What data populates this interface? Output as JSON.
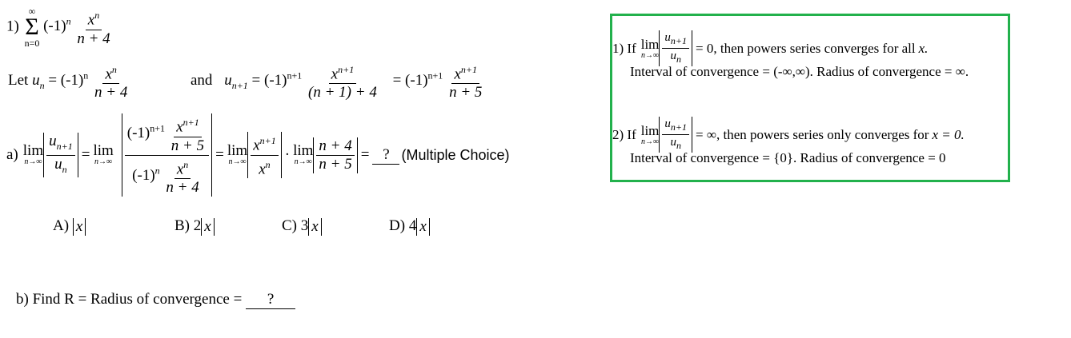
{
  "problem": {
    "number": "1)",
    "sigma": "Σ",
    "sigma_top": "∞",
    "sigma_bottom": "n=0",
    "term_base": "(-1)",
    "term_exp": "n",
    "num": "x",
    "num_exp": "n",
    "den": "n + 4"
  },
  "let_line": {
    "let_label": "Let",
    "u": "u",
    "u_sub": "n",
    "eq": "= (-1)",
    "eq_exp": "n",
    "num": "x",
    "num_exp": "n",
    "den": "n + 4",
    "and_label": "and",
    "u2_sub": "n+1",
    "eq2": "= (-1)",
    "eq2_exp": "n+1",
    "num2": "x",
    "num2_exp": "n+1",
    "den2": "(n + 1) + 4",
    "eq3": "= (-1)",
    "eq3_exp": "n+1",
    "num3": "x",
    "num3_exp": "n+1",
    "den3": "n + 5"
  },
  "part_a": {
    "label": "a)",
    "lim": "lim",
    "lim_under": "n→∞",
    "u_num_sub": "n+1",
    "u_den_sub": "n",
    "eq": "=",
    "top_base": "(-1)",
    "top_exp": "n+1",
    "top_x_exp": "n+1",
    "top_den": "n + 5",
    "bot_base": "(-1)",
    "bot_exp": "n",
    "bot_x_exp": "n",
    "bot_den": "n + 4",
    "frac2_num_exp": "n+1",
    "frac2_den_exp": "n",
    "dot": "·",
    "frac3_num": "n + 4",
    "frac3_den": "n + 5",
    "answer": "?",
    "note": "(Multiple Choice)"
  },
  "choices": [
    {
      "label": "A)",
      "coef": ""
    },
    {
      "label": "B)",
      "coef": "2"
    },
    {
      "label": "C)",
      "coef": "3"
    },
    {
      "label": "D)",
      "coef": "4"
    }
  ],
  "part_b": {
    "text": "b) Find  R = Radius of convergence =",
    "answer": "?"
  },
  "info_box": {
    "border_color": "#22b14c",
    "item1_prefix": "1) If",
    "item1_eq": "= 0,  then powers series converges for all",
    "item1_var": "x.",
    "item1_interval": "Interval of convergence = (-∞,∞).  Radius of convergence = ∞.",
    "item2_prefix": "2) If",
    "item2_eq": "= ∞,  then powers series only converges for",
    "item2_var": "x = 0.",
    "item2_interval": "Interval of convergence = {0}.  Radius of convergence = 0"
  }
}
